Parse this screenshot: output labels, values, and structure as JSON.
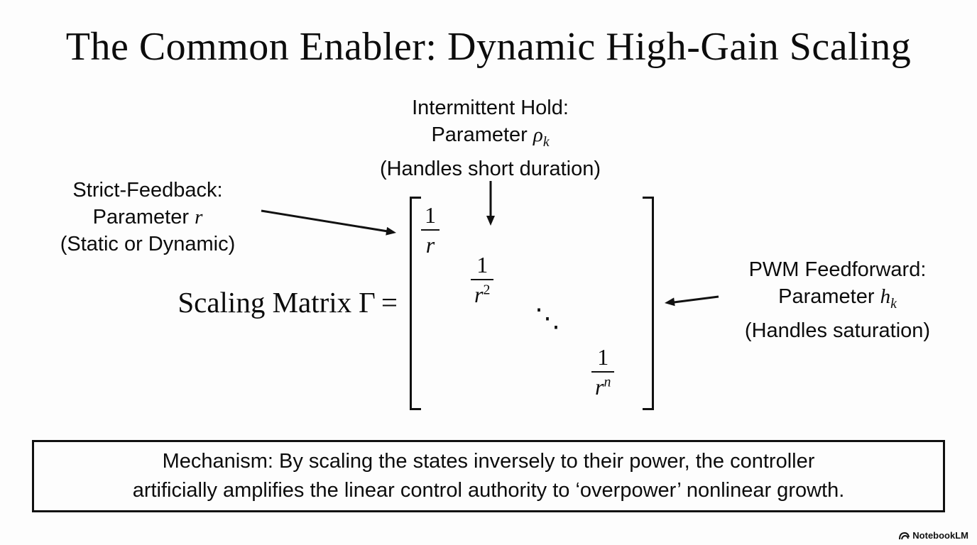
{
  "title": "The Common Enabler: Dynamic High-Gain Scaling",
  "callouts": {
    "intermittent_hold": {
      "title": "Intermittent Hold:",
      "param_prefix": "Parameter",
      "param_symbol": "ρ",
      "param_subscript": "k",
      "note": "(Handles short duration)"
    },
    "strict_feedback": {
      "title": "Strict-Feedback:",
      "param_prefix": "Parameter",
      "param_symbol": "r",
      "note": "(Static or Dynamic)"
    },
    "pwm_feedforward": {
      "title": "PWM Feedforward:",
      "param_prefix": "Parameter",
      "param_symbol": "h",
      "param_subscript": "k",
      "note": "(Handles saturation)"
    }
  },
  "matrix": {
    "label_text": "Scaling Matrix",
    "label_symbol": "Γ",
    "equals": "=",
    "entries": [
      {
        "num": "1",
        "den": "r",
        "exp": ""
      },
      {
        "num": "1",
        "den": "r",
        "exp": "2"
      },
      {
        "dots": "⋱"
      },
      {
        "num": "1",
        "den": "r",
        "exp": "n"
      }
    ]
  },
  "mechanism": {
    "line1": "Mechanism: By scaling the states inversely to their power, the controller",
    "line2": "artificially amplifies the linear control authority to ‘overpower’ nonlinear growth."
  },
  "watermark": {
    "label": "NotebookLM"
  }
}
